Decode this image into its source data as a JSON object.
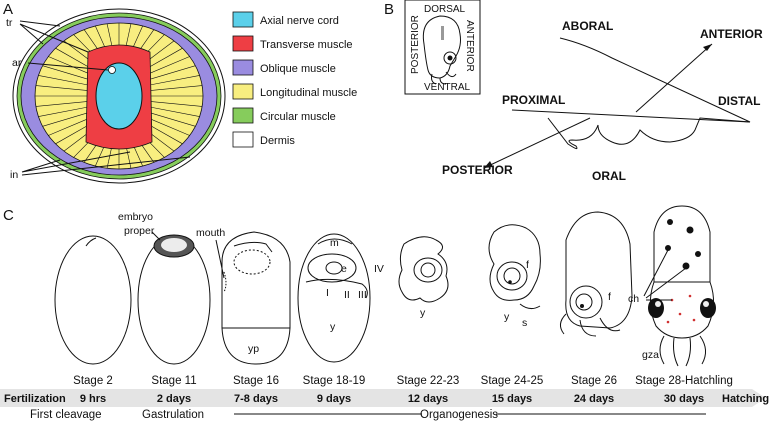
{
  "panels": {
    "a": "A",
    "b": "B",
    "c": "C"
  },
  "panel_a": {
    "labels": {
      "tr": "tr",
      "ar": "ar",
      "in": "in"
    },
    "legend": [
      {
        "label": "Axial nerve cord",
        "color": "#5bd0ea"
      },
      {
        "label": "Transverse muscle",
        "color": "#ee3e44"
      },
      {
        "label": "Oblique muscle",
        "color": "#9a8ce0"
      },
      {
        "label": "Longitudinal muscle",
        "color": "#f8ee80"
      },
      {
        "label": "Circular muscle",
        "color": "#86cc5c"
      },
      {
        "label": "Dermis",
        "color": "#ffffff"
      }
    ]
  },
  "panel_b": {
    "inset": {
      "dorsal": "DORSAL",
      "ventral": "VENTRAL",
      "posterior": "POSTERIOR",
      "anterior": "ANTERIOR"
    },
    "aboral": "ABORAL",
    "anterior": "ANTERIOR",
    "proximal": "PROXIMAL",
    "distal": "DISTAL",
    "posterior": "POSTERIOR",
    "oral": "ORAL"
  },
  "panel_c": {
    "annotations": {
      "embryo_proper_1": "embryo",
      "embryo_proper_2": "proper",
      "mouth": "mouth",
      "yp": "yp",
      "m": "m",
      "e": "e",
      "y18": "y",
      "I": "I",
      "II": "II",
      "III": "III",
      "IV": "IV",
      "y22": "y",
      "f24": "f",
      "y24": "y",
      "s": "s",
      "f26": "f",
      "ch": "ch",
      "gza": "gza"
    },
    "stages": [
      "Stage 2",
      "Stage 11",
      "Stage 16",
      "Stage 18-19",
      "Stage 22-23",
      "Stage 24-25",
      "Stage 26",
      "Stage 28-Hatchling"
    ],
    "timeline": {
      "start": "Fertilization",
      "times": [
        "9 hrs",
        "2 days",
        "7-8 days",
        "9 days",
        "12 days",
        "15 days",
        "24 days",
        "30 days"
      ],
      "end": "Hatching"
    },
    "phases": {
      "cleavage": "First cleavage",
      "gastrulation": "Gastrulation",
      "organogenesis": "Organogenesis"
    }
  }
}
